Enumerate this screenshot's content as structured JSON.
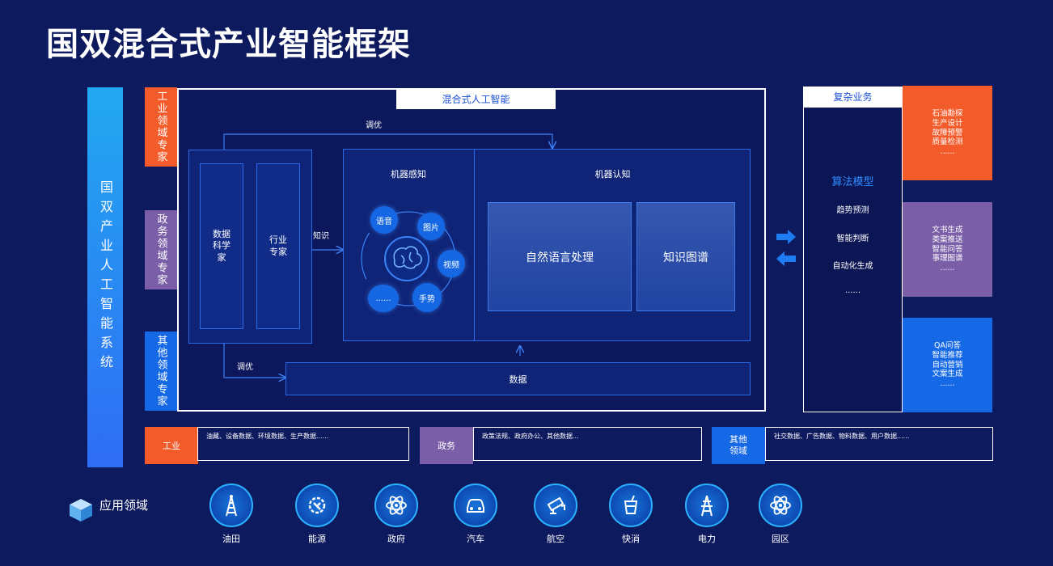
{
  "title": "国双混合式产业智能框架",
  "system_label": "国双产业人工智能系统",
  "experts": [
    {
      "label": "工业领域专家",
      "color": "#f45b2b"
    },
    {
      "label": "政务领域专家",
      "color": "#7a5fa8"
    },
    {
      "label": "其他领域专家",
      "color": "#1669e6"
    }
  ],
  "hybrid": {
    "tag": "混合式人工智能",
    "tune_top": "调优",
    "tune_bottom": "调优",
    "knowledge": "知识",
    "data_scientist": "数据\n科学\n家",
    "industry_expert": "行业\n专家",
    "perception": {
      "title": "机器感知",
      "nodes": [
        "语音",
        "图片",
        "视频",
        "手势",
        "......"
      ]
    },
    "cognition": {
      "title": "机器认知",
      "nlp": "自然语言处理",
      "kg": "知识图谱"
    },
    "data": "数据"
  },
  "complex": {
    "tag": "复杂业务",
    "model_title": "算法模型",
    "items": [
      "趋势预测",
      "智能判断",
      "自动化生成",
      "......"
    ]
  },
  "business": [
    {
      "lines": [
        "石油勘探",
        "生产设计",
        "故障预警",
        "质量检测",
        "......"
      ],
      "color": "#f45b2b"
    },
    {
      "lines": [
        "文书生成",
        "类案推送",
        "智能问答",
        "事理图谱",
        "......"
      ],
      "color": "#7a5fa8"
    },
    {
      "lines": [
        "QA问答",
        "智能推荐",
        "自动营销",
        "文案生成",
        "......"
      ],
      "color": "#1669e6"
    }
  ],
  "domains": [
    {
      "name": "工业",
      "desc": "油藏、设备数据、环境数据、生产数据......",
      "color": "#f45b2b"
    },
    {
      "name": "政务",
      "desc": "政策法规、政府办公、其他数据...",
      "color": "#7a5fa8"
    },
    {
      "name": "其他\n领域",
      "desc": "社交数据、广告数据、物料数据、用户数据......",
      "color": "#1669e6"
    }
  ],
  "applications": {
    "label": "应用领域",
    "items": [
      {
        "name": "油田",
        "icon": "oil-tower-icon"
      },
      {
        "name": "能源",
        "icon": "energy-gear-icon"
      },
      {
        "name": "政府",
        "icon": "atom-icon"
      },
      {
        "name": "汽车",
        "icon": "car-icon"
      },
      {
        "name": "航空",
        "icon": "camera-icon"
      },
      {
        "name": "快消",
        "icon": "cup-icon"
      },
      {
        "name": "电力",
        "icon": "power-tower-icon"
      },
      {
        "name": "园区",
        "icon": "atom-icon"
      }
    ]
  }
}
